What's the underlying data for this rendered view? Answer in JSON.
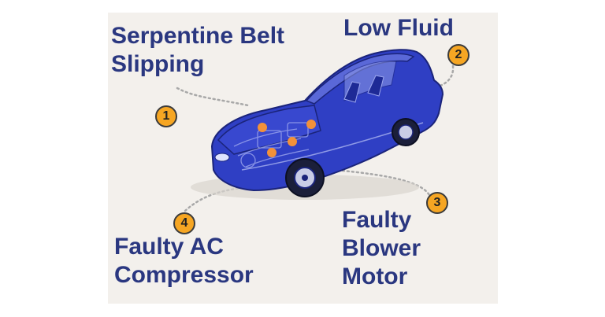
{
  "labels": {
    "serpentine": {
      "line1": "Serpentine Belt",
      "line2": "Slipping"
    },
    "low_fluid": "Low Fluid",
    "blower": {
      "line1": "Faulty",
      "line2": "Blower",
      "line3": "Motor"
    },
    "ac": {
      "line1": "Faulty AC",
      "line2": "Compressor"
    }
  },
  "badges": {
    "b1": "1",
    "b2": "2",
    "b3": "3",
    "b4": "4"
  },
  "colors": {
    "label_text": "#2a3780",
    "badge_fill": "#f6a623",
    "badge_border": "#3b3b3b",
    "panel_bg": "#f3f0ec",
    "car_body": "#2f3fc4",
    "hotspot": "#f2913a",
    "leader_line": "#a8a8a8"
  }
}
